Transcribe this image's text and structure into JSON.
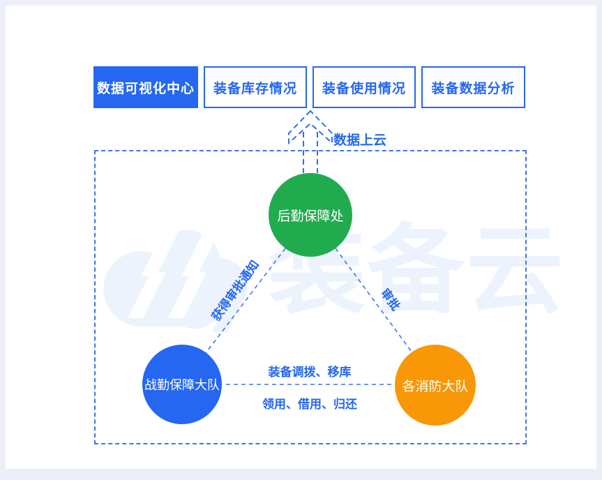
{
  "palette": {
    "primary_blue": "#2567F1",
    "node_green": "#21AB4F",
    "node_blue": "#2567F1",
    "node_orange": "#F89807",
    "dashed_line_blue": "#3D74EF",
    "watermark_blue": "#EDF3FC",
    "frame_background": "#ECEFF7",
    "card_background": "#FFFFFF"
  },
  "tabs": [
    {
      "label": "数据可视化中心",
      "active": true
    },
    {
      "label": "装备库存情况",
      "active": false
    },
    {
      "label": "装备使用情况",
      "active": false
    },
    {
      "label": "装备数据分析",
      "active": false
    }
  ],
  "upload": {
    "label": "数据上云"
  },
  "diagram": {
    "nodes": [
      {
        "id": "hq",
        "label": "后勤保障处",
        "color": "#21AB4F"
      },
      {
        "id": "support",
        "label": "战勤保障大队",
        "color": "#2567F1"
      },
      {
        "id": "brigades",
        "label": "各消防大队",
        "color": "#F89807"
      }
    ],
    "edges": [
      {
        "from": "support",
        "to": "hq",
        "label": "获得审批通知"
      },
      {
        "from": "hq",
        "to": "brigades",
        "label": "审批"
      },
      {
        "from": "support",
        "to": "brigades",
        "label_top": "装备调拨、移库",
        "label_bottom": "领用、借用、归还"
      }
    ]
  },
  "watermark": {
    "text": "装备云"
  }
}
